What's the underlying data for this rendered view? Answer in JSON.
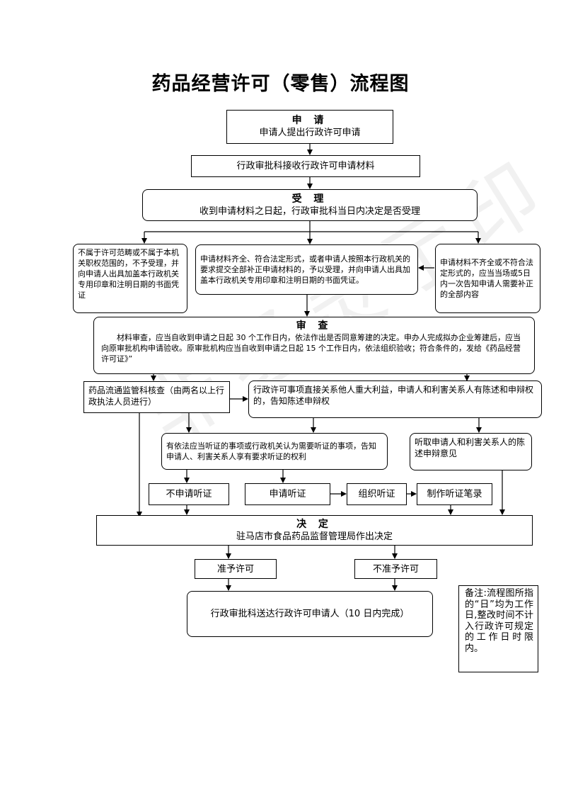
{
  "title": "药品经营许可（零售）流程图",
  "watermark": "非经灵示印",
  "steps": {
    "apply_head": "申 请",
    "apply_body": "申请人提出行政许可申请",
    "receive": "行政审批科接收行政许可申请材料",
    "accept_head": "受 理",
    "accept_body": "收到申请材料之日起，行政审批科当日内决定是否受理",
    "reject_scope": "不属于许可范畴或不属于本机关职权范围的，不予受理，并向申请人出具加盖本行政机关专用印章和注明日期的书面凭证",
    "accept_complete": "申请材料齐全、符合法定形式，或者申请人按照本行政机关的要求提交全部补正申请材料的，予以受理，并向申请人出具加盖本行政机关专用印章和注明日期的书面凭证。",
    "incomplete": "申请材料不齐全或不符合法定形式的，应当当场或5日内一次告知申请人需要补正的全部内容",
    "review_head": "审 查",
    "review_body": "材料审查，应当自收到申请之日起 30 个工作日内，依法作出是否同意筹建的决定。申办人完成拟办企业筹建后，应当向原审批机构申请验收。原审批机构应当自收到申请之日起 15 个工作日内，依法组织验收；符合条件的，发给《药品经营许可证》”",
    "inspect": "药品流通监管科核查（由两名以上行政执法人员进行）",
    "interest": "行政许可事项直接关系他人重大利益，申请人和利害关系人有陈述和申辩权的，告知陈述申辩权",
    "hearing_right": "有依法应当听证的事项或行政机关认为需要听证的事项，告知申请人、利害关系人享有要求听证的权利",
    "listen": "听取申请人和利害关系人的陈述申辩意见",
    "no_hearing": "不申请听证",
    "request_hearing": "申请听证",
    "organize_hearing": "组织听证",
    "hearing_record": "制作听证笔录",
    "decide_head": "决 定",
    "decide_body": "驻马店市食品药品监督管理局作出决定",
    "grant": "准予许可",
    "deny": "不准予许可",
    "deliver": "行政审批科送达行政许可申请人（10 日内完成）"
  },
  "note": "备注:流程图所指的“日”均为工作日,整改时间不计入行政许可规定的工作日时限内。"
}
